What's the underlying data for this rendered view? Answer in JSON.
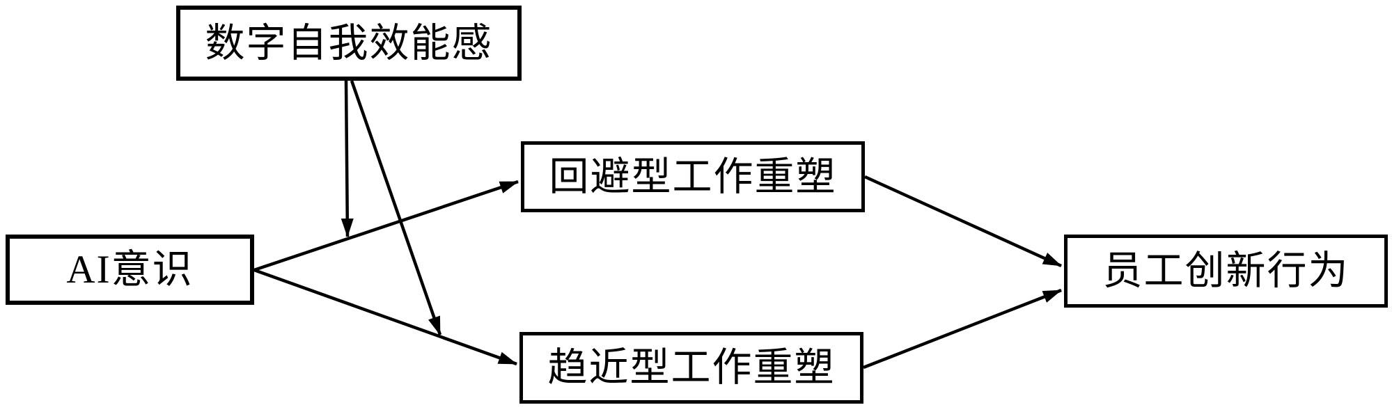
{
  "diagram": {
    "title": "moderated mediation research model",
    "nodes": {
      "digital_self_efficacy": {
        "label": "数字自我效能感",
        "role": "moderator"
      },
      "ai_awareness": {
        "label": "AI意识",
        "role": "independent-variable"
      },
      "avoidance_crafting": {
        "label": "回避型工作重塑",
        "role": "mediator"
      },
      "approach_crafting": {
        "label": "趋近型工作重塑",
        "role": "mediator"
      },
      "innovation_behavior": {
        "label": "员工创新行为",
        "role": "dependent-variable"
      }
    },
    "edges": [
      {
        "from": "ai_awareness",
        "to": "avoidance_crafting",
        "type": "direct"
      },
      {
        "from": "ai_awareness",
        "to": "approach_crafting",
        "type": "direct"
      },
      {
        "from": "avoidance_crafting",
        "to": "innovation_behavior",
        "type": "direct"
      },
      {
        "from": "approach_crafting",
        "to": "innovation_behavior",
        "type": "direct"
      },
      {
        "from": "digital_self_efficacy",
        "to": "path ai_awareness→avoidance_crafting",
        "type": "moderation"
      },
      {
        "from": "digital_self_efficacy",
        "to": "path ai_awareness→approach_crafting",
        "type": "moderation"
      }
    ],
    "colors": {
      "line": "#000000",
      "box_border": "#000000",
      "box_fill": "#ffffff",
      "background": "#ffffff"
    }
  }
}
